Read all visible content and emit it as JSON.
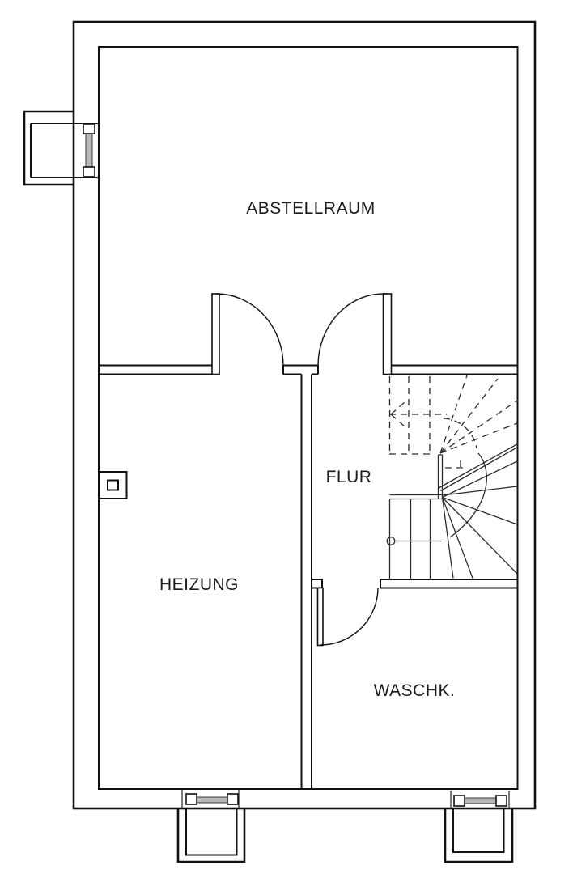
{
  "colors": {
    "background": "#ffffff",
    "wall": "#111111",
    "stair_lines": "#2a2a2a",
    "text": "#1c1c1c",
    "window_glazing": "#b8b8b8"
  },
  "rooms": [
    {
      "id": "abstellraum",
      "label": "ABSTELLRAUM"
    },
    {
      "id": "heizung",
      "label": "HEIZUNG"
    },
    {
      "id": "flur",
      "label": "FLUR"
    },
    {
      "id": "waschkueche",
      "label": "WASCHK."
    }
  ],
  "plan": {
    "doors": [
      {
        "between": [
          "HEIZUNG",
          "ABSTELLRAUM"
        ],
        "swing": "into ABSTELLRAUM"
      },
      {
        "between": [
          "FLUR",
          "ABSTELLRAUM"
        ],
        "swing": "into ABSTELLRAUM"
      },
      {
        "between": [
          "FLUR",
          "WASCHK."
        ],
        "swing": "into WASCHK."
      }
    ],
    "windows": [
      {
        "wall": "left",
        "room": "ABSTELLRAUM",
        "light_well": true
      },
      {
        "wall": "bottom",
        "room": "HEIZUNG",
        "light_well": true
      },
      {
        "wall": "bottom",
        "room": "WASCHK.",
        "light_well": true
      }
    ],
    "staircase": {
      "location": "right of FLUR",
      "style": "quarter-turn winder stair",
      "upper_flight": "dashed (above section cut)",
      "direction_arrow": "dashed walking line with arrow"
    },
    "chimney": {
      "room": "HEIZUNG",
      "wall": "left"
    }
  }
}
